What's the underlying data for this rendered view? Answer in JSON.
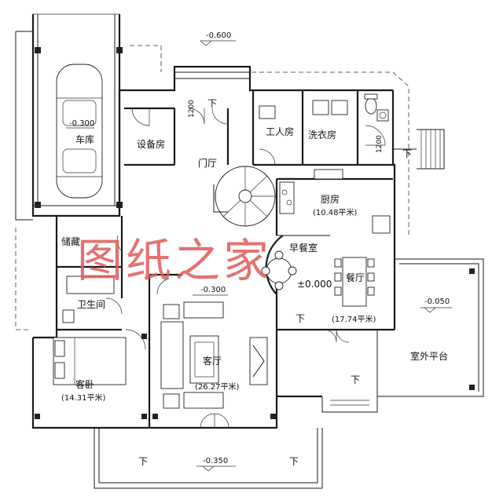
{
  "plan": {
    "rooms": {
      "garage": "车库",
      "equipment_room": "设备房",
      "foyer": "门厅",
      "utility_room": "工人房",
      "laundry_room": "洗衣房",
      "kitchen": "厨房",
      "kitchen_area": "(10.48平米)",
      "breakfast_room": "早餐室",
      "storage_room": "储藏",
      "bathroom": "卫生间",
      "dining_room": "餐厅",
      "dining_area": "(17.74平米)",
      "living_room": "客厅",
      "living_area": "(26.27平米)",
      "guest_bedroom": "客卧",
      "guest_area": "(14.31平米)",
      "outdoor_terrace": "室外平台"
    },
    "elevations": {
      "top": "-0.600",
      "garage": "-0.300",
      "living": "-0.300",
      "dining": "±0.000",
      "terrace": "-0.050",
      "bottom": "-0.350"
    },
    "dimensions": {
      "stair_left": "1200",
      "stair_right": "1200"
    },
    "down_marks": {
      "text": "下"
    },
    "watermark": "图纸之家"
  }
}
